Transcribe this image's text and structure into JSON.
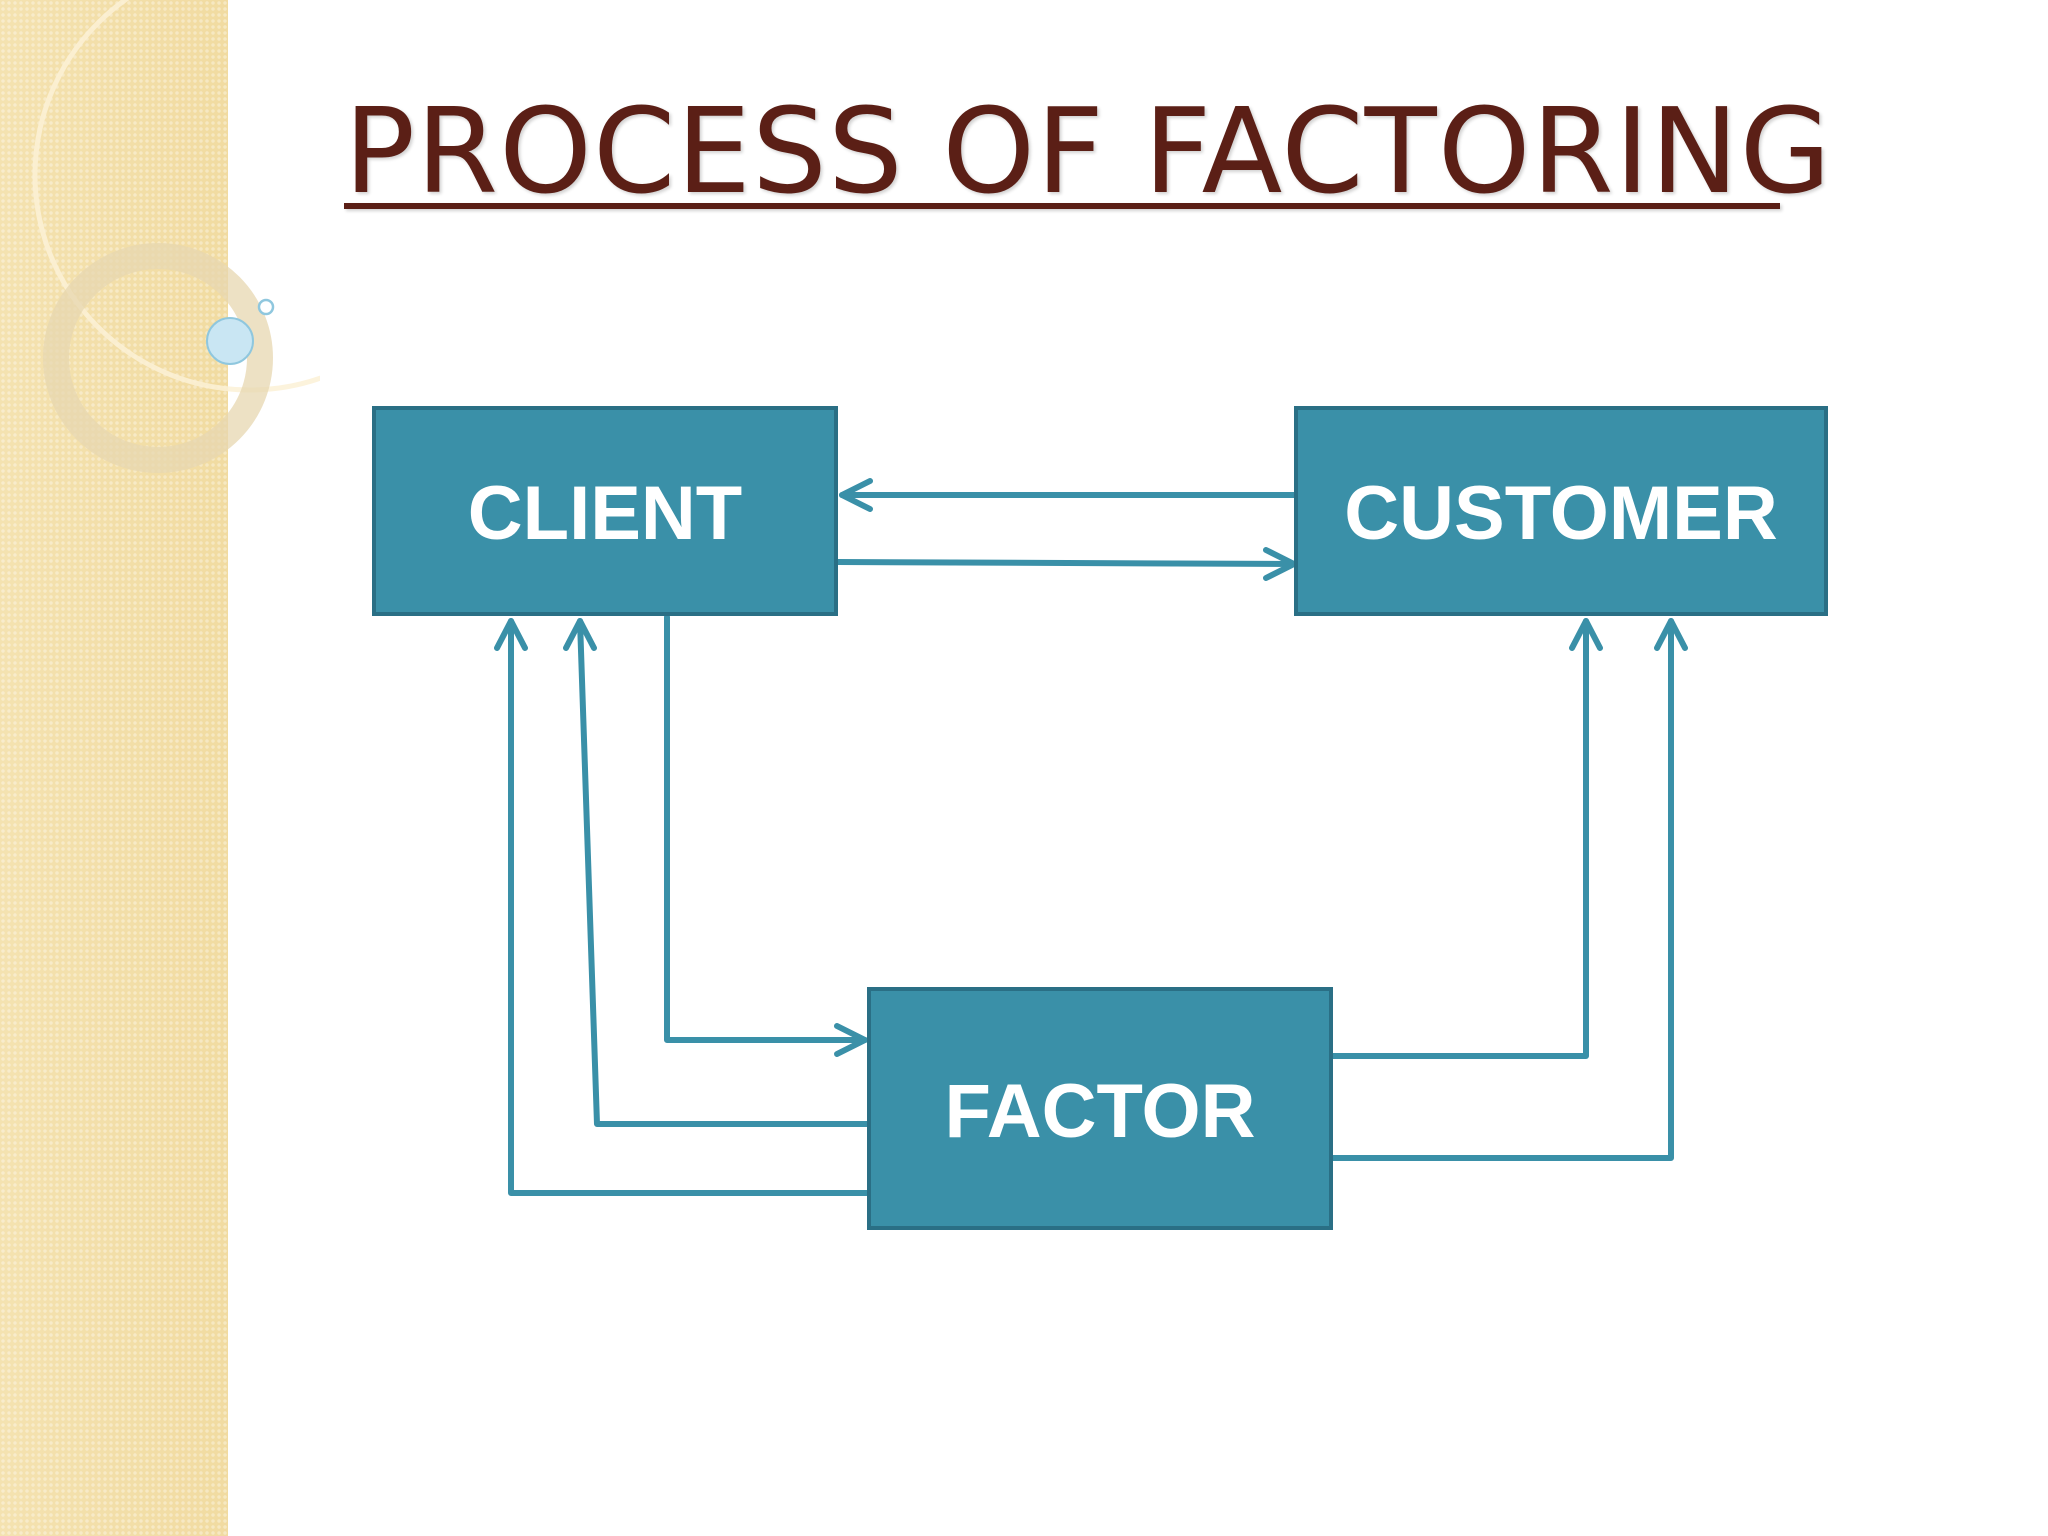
{
  "title": "PROCESS OF FACTORING",
  "colors": {
    "node_fill": "#3a90a8",
    "node_border": "#2a6f85",
    "arrow": "#3a90a8",
    "title": "#5b1f16",
    "side_panel": "#f3dfaa"
  },
  "nodes": {
    "client": {
      "label": "CLIENT"
    },
    "customer": {
      "label": "CUSTOMER"
    },
    "factor": {
      "label": "FACTOR"
    }
  },
  "edges": [
    {
      "from": "customer",
      "to": "client"
    },
    {
      "from": "client",
      "to": "customer"
    },
    {
      "from": "client",
      "to": "factor"
    },
    {
      "from": "factor",
      "to": "client"
    },
    {
      "from": "factor",
      "to": "client"
    },
    {
      "from": "factor",
      "to": "customer"
    },
    {
      "from": "factor",
      "to": "customer"
    }
  ]
}
